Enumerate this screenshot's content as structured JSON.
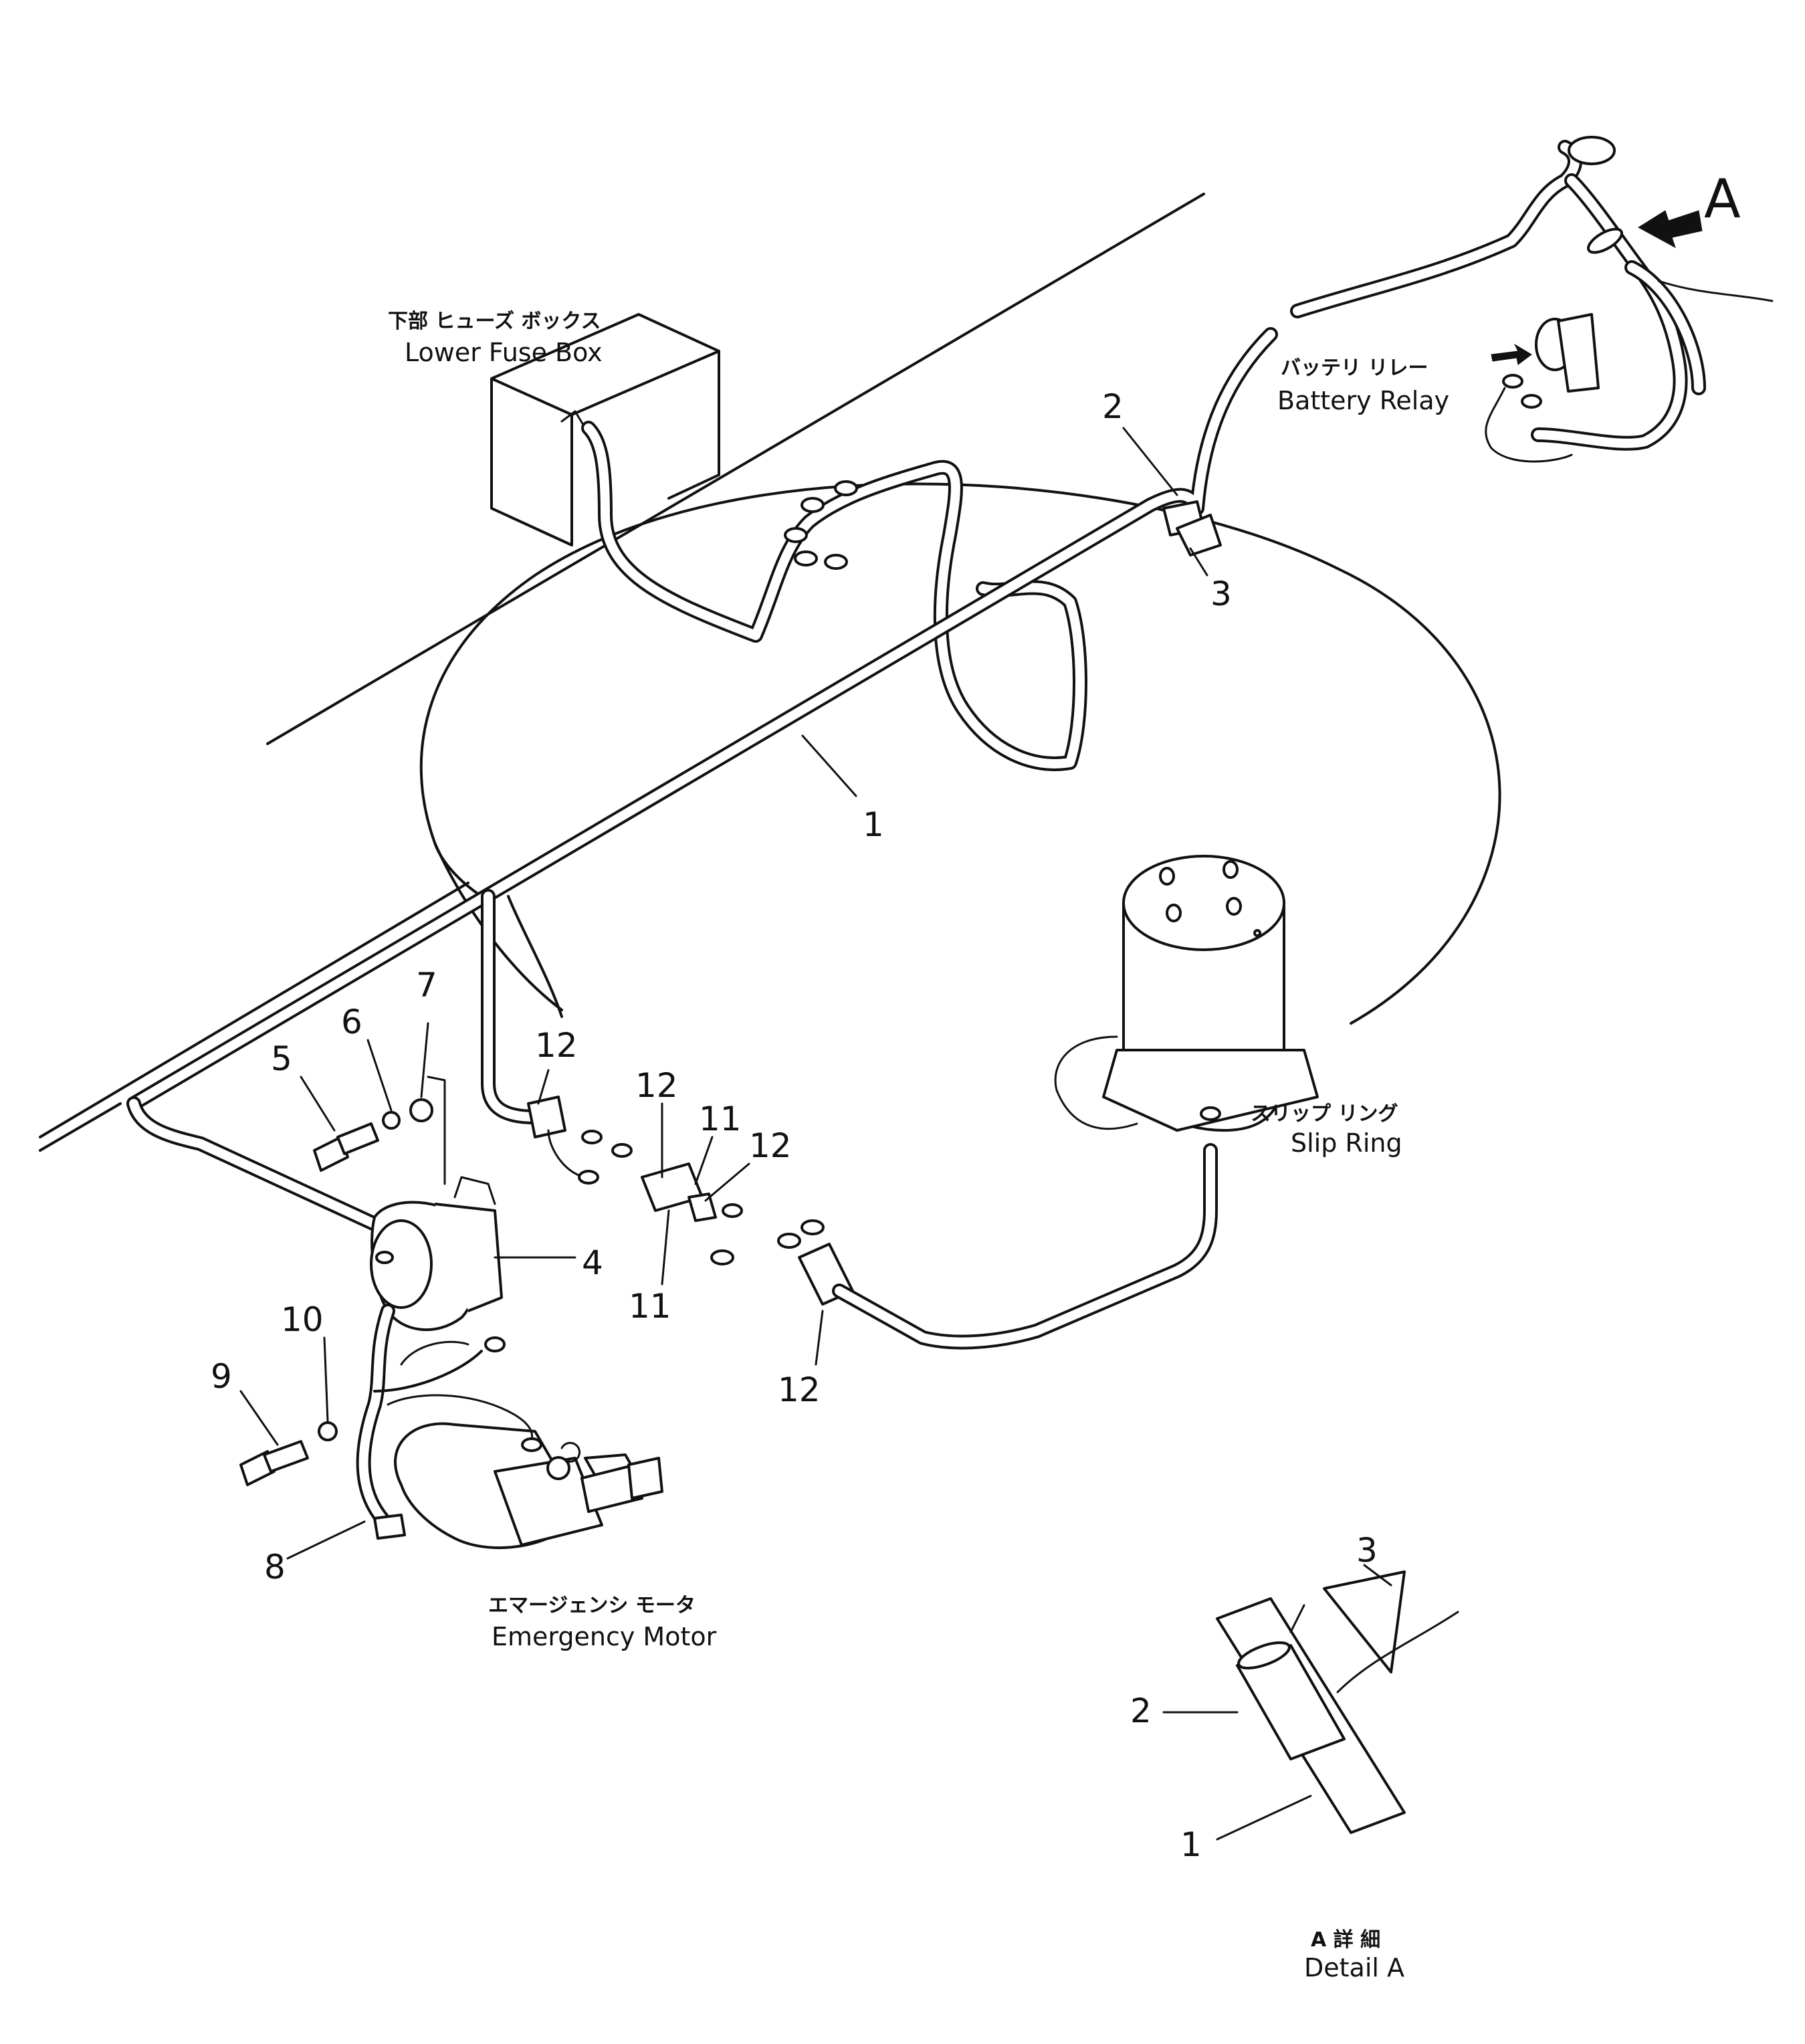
{
  "labels": {
    "lower_fuse_box_jp": "下部 ヒューズ ボックス",
    "lower_fuse_box": "Lower Fuse Box",
    "battery_relay_jp": "バッテリ リレー",
    "battery_relay": "Battery Relay",
    "slip_ring_jp": "スリップ リング",
    "slip_ring": "Slip Ring",
    "emergency_motor_jp": "エマージェンシ モータ",
    "emergency_motor": "Emergency Motor",
    "detail_a_jp": "A 詳 細",
    "detail_a": "Detail A",
    "view_arrow": "A"
  },
  "callouts": {
    "harness": "1",
    "clamp": "2",
    "tag": "3",
    "motor_relay": "4",
    "bolt": "5",
    "lock_washer": "6",
    "washer": "7",
    "ground_cable": "8",
    "bolt_lower": "9",
    "washer_lower": "10",
    "connector_upper": "11",
    "connector_lower": "11",
    "cap_left": "12",
    "cap_mid": "12",
    "cap_right": "12",
    "cap_bottom": "12",
    "detail_1": "1",
    "detail_2": "2",
    "detail_3": "3"
  }
}
